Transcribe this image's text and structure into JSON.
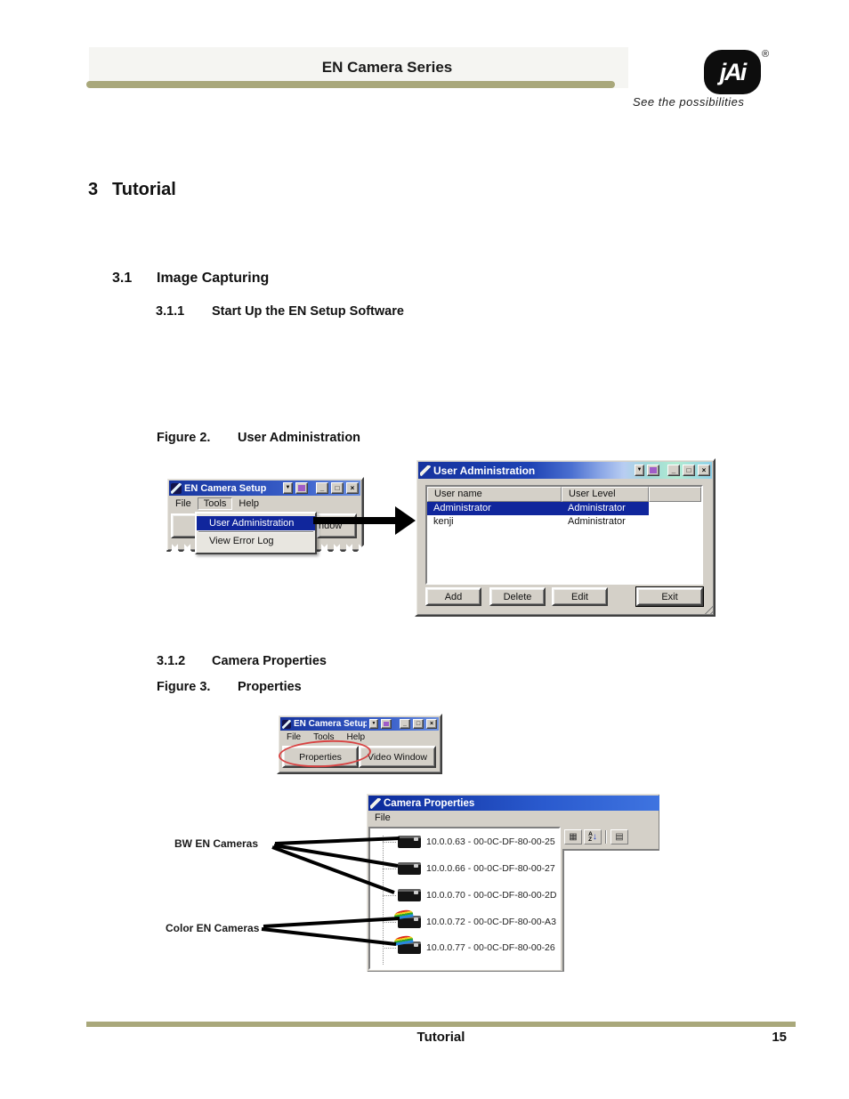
{
  "header": {
    "title": "EN Camera Series",
    "logo_text": "jAi",
    "registered_mark": "®",
    "tagline": "See the possibilities"
  },
  "footer": {
    "center": "Tutorial",
    "page_number": "15"
  },
  "headings": {
    "s3": {
      "num": "3",
      "text": "Tutorial"
    },
    "s31": {
      "num": "3.1",
      "text": "Image Capturing"
    },
    "s311": {
      "num": "3.1.1",
      "text": "Start Up the EN Setup Software"
    },
    "s312": {
      "num": "3.1.2",
      "text": "Camera Properties"
    },
    "fig2": {
      "num": "Figure 2.",
      "text": "User Administration"
    },
    "fig3": {
      "num": "Figure 3.",
      "text": "Properties"
    }
  },
  "fig2": {
    "setup_window": {
      "title": "EN Camera Setup",
      "menu_file": "File",
      "menu_tools": "Tools",
      "menu_help": "Help",
      "partial_button": "ndow",
      "dropdown": {
        "item1": "User Administration",
        "item2": "View Error Log"
      }
    },
    "admin_window": {
      "title": "User Administration",
      "col_user": "User name",
      "col_level": "User Level",
      "rows": [
        {
          "name": "Administrator",
          "level": "Administrator",
          "selected": true
        },
        {
          "name": "kenji",
          "level": "Administrator",
          "selected": false
        }
      ],
      "btn_add": "Add",
      "btn_delete": "Delete",
      "btn_edit": "Edit",
      "btn_exit": "Exit"
    }
  },
  "fig3": {
    "setup_window": {
      "title": "EN Camera Setup",
      "menu_file": "File",
      "menu_tools": "Tools",
      "menu_help": "Help",
      "btn_properties": "Properties",
      "btn_video": "Video Window"
    },
    "props_window": {
      "title": "Camera Properties",
      "menu_file": "File",
      "cameras": [
        {
          "label": "10.0.0.63 - 00-0C-DF-80-00-25",
          "type": "bw"
        },
        {
          "label": "10.0.0.66 - 00-0C-DF-80-00-27",
          "type": "bw"
        },
        {
          "label": "10.0.0.70 - 00-0C-DF-80-00-2D",
          "type": "bw"
        },
        {
          "label": "10.0.0.72 - 00-0C-DF-80-00-A3",
          "type": "color"
        },
        {
          "label": "10.0.0.77 - 00-0C-DF-80-00-26",
          "type": "color"
        }
      ]
    },
    "annotations": {
      "bw": "BW EN Cameras",
      "color": "Color EN Cameras"
    }
  },
  "icons": {
    "dropdown": "▼",
    "minimize": "_",
    "maximize": "□",
    "close": "×",
    "categorized": "▦",
    "propsheet": "▤",
    "sort_a": "A",
    "sort_z": "Z",
    "sort_arrow": "↓"
  },
  "colors": {
    "accent_bar": "#a9a87b",
    "titlebar_blue": "#16339e",
    "selection_navy": "#10269c",
    "annotation_red": "#d84343"
  }
}
